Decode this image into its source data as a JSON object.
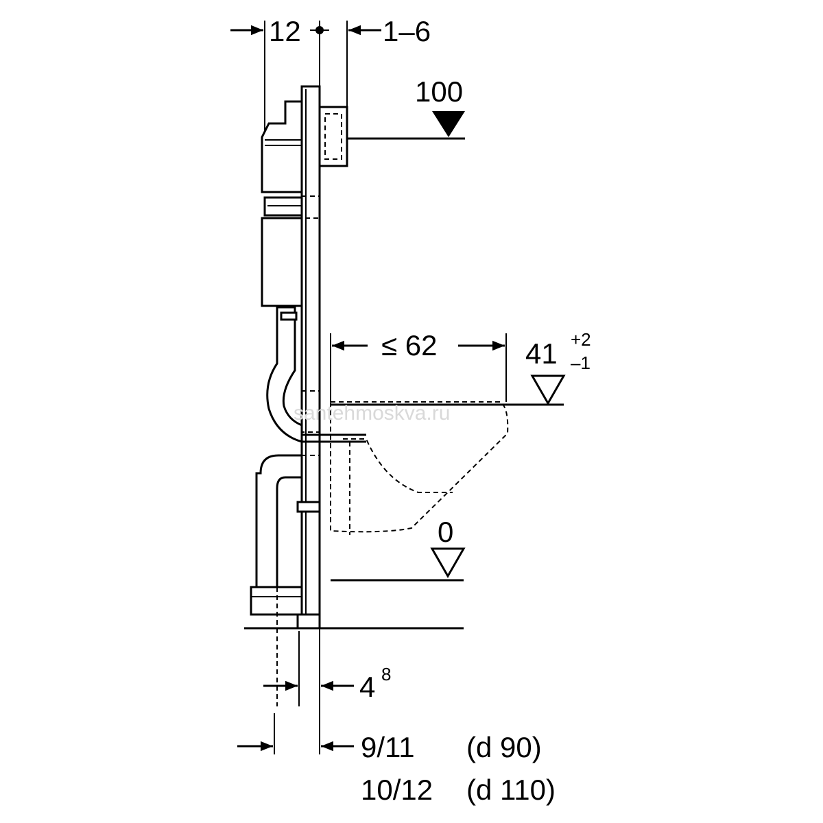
{
  "labels": {
    "dim_12": "12",
    "dim_1_6": "1–6",
    "dim_100": "100",
    "dim_62": "≤ 62",
    "dim_41": "41",
    "dim_41_plus": "+2",
    "dim_41_minus": "–1",
    "dim_0": "0",
    "dim_4": "4",
    "dim_4_sup": "8",
    "dim_9_11": "9/11",
    "dim_d90": "(d 90)",
    "dim_10_12": "10/12",
    "dim_d110": "(d 110)"
  },
  "watermark": "santehmoskva.ru"
}
